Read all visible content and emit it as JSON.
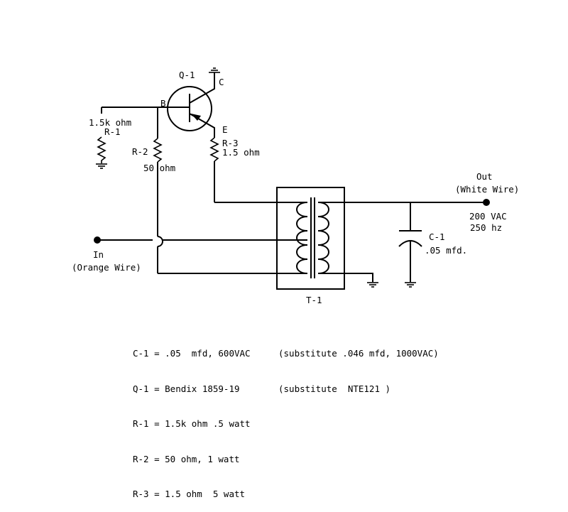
{
  "labels": {
    "q1": "Q-1",
    "base": "B",
    "collector": "C",
    "emitter": "E",
    "r1_value": "1.5k ohm",
    "r1_name": "R-1",
    "r2_name": "R-2",
    "r2_value": "50 ohm",
    "r3_name": "R-3",
    "r3_value": "1.5 ohm",
    "out": "Out",
    "out_wire": "(White Wire)",
    "out_voltage": "200 VAC",
    "out_freq": "250 hz",
    "in": "In",
    "in_wire": "(Orange Wire)",
    "c1_name": "C-1",
    "c1_value": ".05 mfd.",
    "t1": "T-1"
  },
  "parts_list": [
    {
      "part": "C-1 = .05  mfd, 600VAC",
      "substitute": "(substitute .046 mfd, 1000VAC)"
    },
    {
      "part": "Q-1 = Bendix 1859-19",
      "substitute": "(substitute  NTE121 )"
    },
    {
      "part": "R-1 = 1.5k ohm .5 watt",
      "substitute": ""
    },
    {
      "part": "R-2 = 50 ohm, 1 watt",
      "substitute": ""
    },
    {
      "part": "R-3 = 1.5 ohm  5 watt",
      "substitute": ""
    }
  ]
}
